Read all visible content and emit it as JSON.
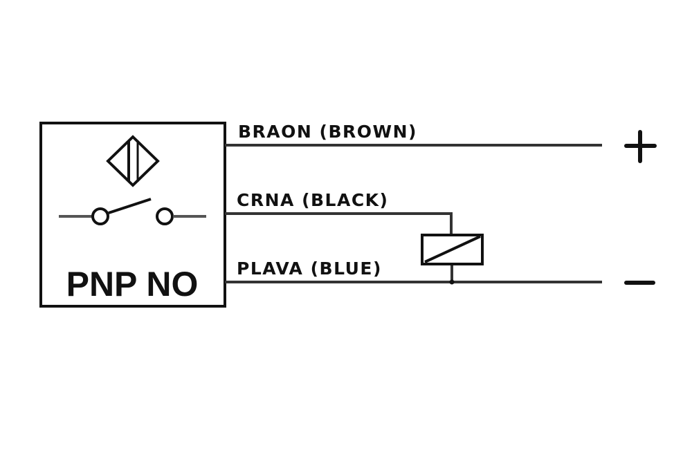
{
  "sensor": {
    "type_label": "PNP NO",
    "symbol": "inductive-proximity-sensor-symbol",
    "contact": "normally-open-switch-symbol"
  },
  "wires": [
    {
      "label": "BRAON  (BROWN)",
      "color_name": "brown",
      "terminal": "+"
    },
    {
      "label": "CRNA  (BLACK)",
      "color_name": "black",
      "terminal": "load"
    },
    {
      "label": "PLAVA  (BLUE)",
      "color_name": "blue",
      "terminal": "−"
    }
  ],
  "terminals": {
    "positive": "+",
    "negative": "−"
  },
  "load": {
    "symbol": "relay-coil-symbol"
  },
  "colors": {
    "line": "#111111",
    "background": "#ffffff"
  }
}
